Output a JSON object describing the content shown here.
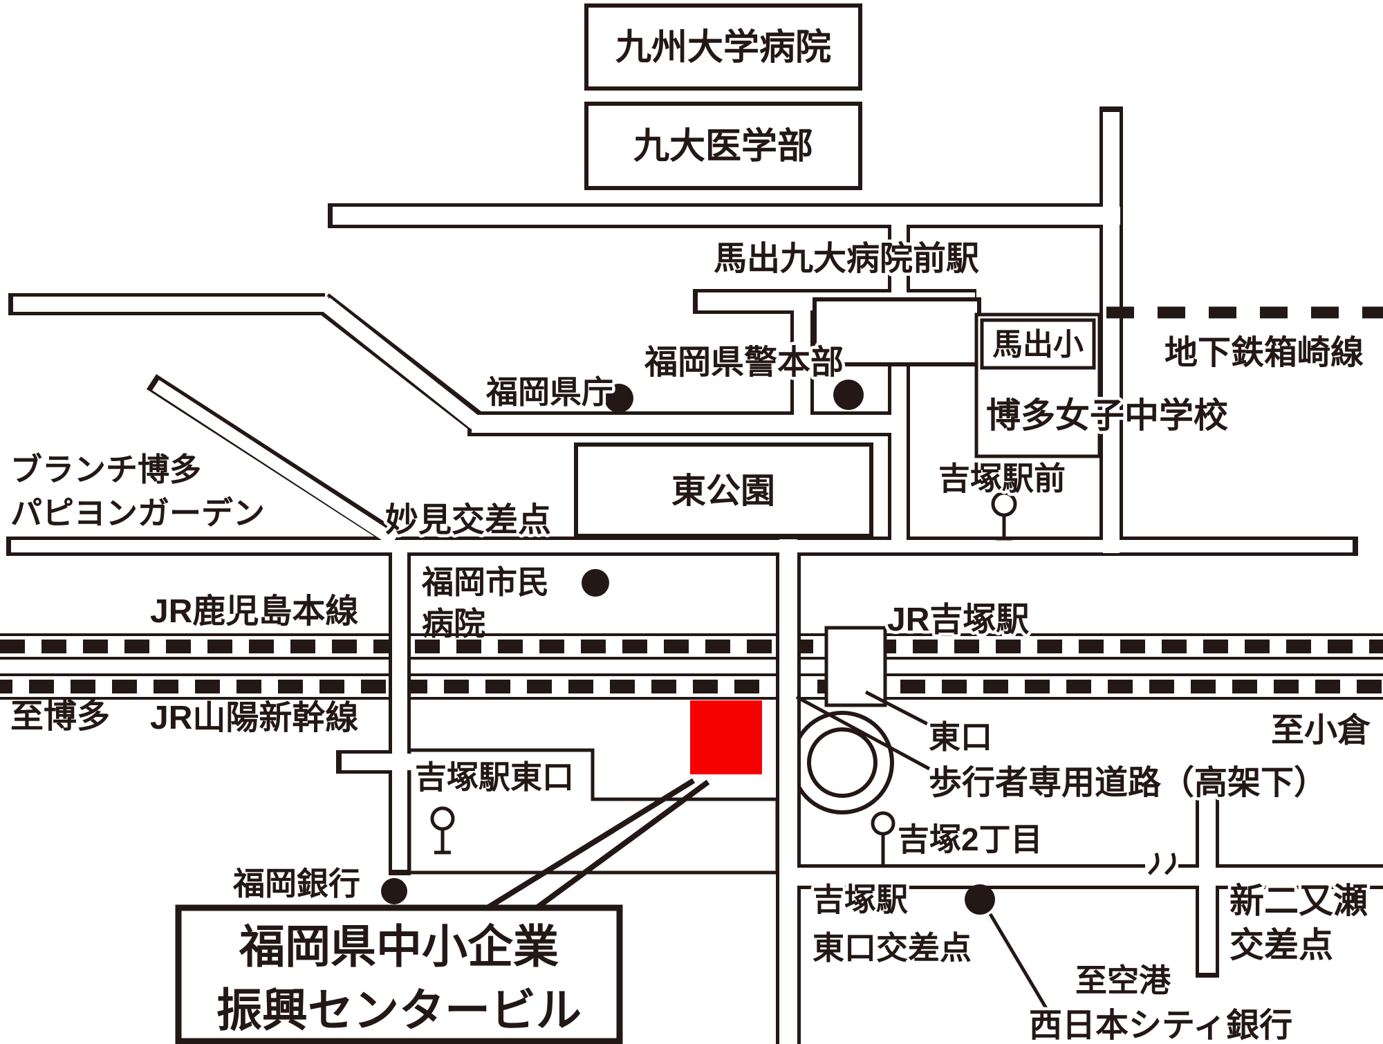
{
  "colors": {
    "ink": "#231815",
    "road_fill": "#ffffff",
    "background": "#ffffff",
    "marker_red": "#f60000"
  },
  "landmarks": {
    "kyushu_univ_hospital": "九州大学病院",
    "kyudai_medical_school": "九大医学部",
    "maidashi_kyudai_station": "馬出九大病院前駅",
    "subway_hakozaki_line": "地下鉄箱崎線",
    "maidashi_elementary": "馬出小",
    "hakata_girls_junior_high": "博多女子中学校",
    "pref_police_hq": "福岡県警本部",
    "pref_office": "福岡県庁",
    "higashi_park": "東公園",
    "yoshizuka_ekimae_stop": "吉塚駅前",
    "branch_hakata_line1": "ブランチ博多",
    "branch_hakata_line2": "パピヨンガーデン",
    "myoken_crossing": "妙見交差点",
    "citizens_hospital_line1": "福岡市民",
    "citizens_hospital_line2": "病院",
    "jr_kagoshima_main_line": "JR鹿児島本線",
    "jr_yoshizuka_station": "JR吉塚駅",
    "to_hakata": "至博多",
    "jr_sanyo_shinkansen": "JR山陽新幹線",
    "to_kokura": "至小倉",
    "east_exit": "東口",
    "pedestrian_road": "歩行者専用道路（高架下）",
    "yoshizuka_station_east_exit": "吉塚駅東口",
    "yoshizuka_2chome": "吉塚2丁目",
    "fukuoka_bank": "福岡銀行",
    "center_building_line1": "福岡県中小企業",
    "center_building_line2": "振興センタービル",
    "yoshizuka_east_crossing_line1": "吉塚駅",
    "yoshizuka_east_crossing_line2": "東口交差点",
    "to_airport": "至空港",
    "shin_futamatase_line1": "新二又瀬",
    "shin_futamatase_line2": "交差点",
    "nishi_nippon_city_bank": "西日本シティ銀行"
  }
}
